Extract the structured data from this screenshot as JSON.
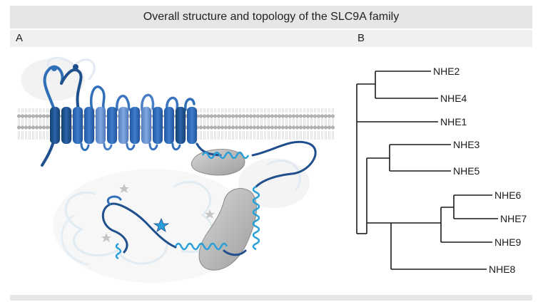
{
  "figure": {
    "title": "Overall structure and topology of the SLC9A family",
    "panel_a_label": "A",
    "panel_b_label": "B"
  },
  "tree": {
    "leaves": [
      "NHE2",
      "NHE4",
      "NHE1",
      "NHE3",
      "NHE5",
      "NHE6",
      "NHE7",
      "NHE9",
      "NHE8"
    ]
  },
  "colors": {
    "title_bar": "#e6e6e6",
    "label_bar": "#f0f0f0",
    "membrane": "#9a9a9a",
    "helix_dark": "#1f4f8c",
    "helix_mid": "#2f6fb8",
    "helix_light": "#5f8fd0",
    "coil_cyan": "#2a9ed8",
    "gray_domain": "#bdbdbd"
  }
}
